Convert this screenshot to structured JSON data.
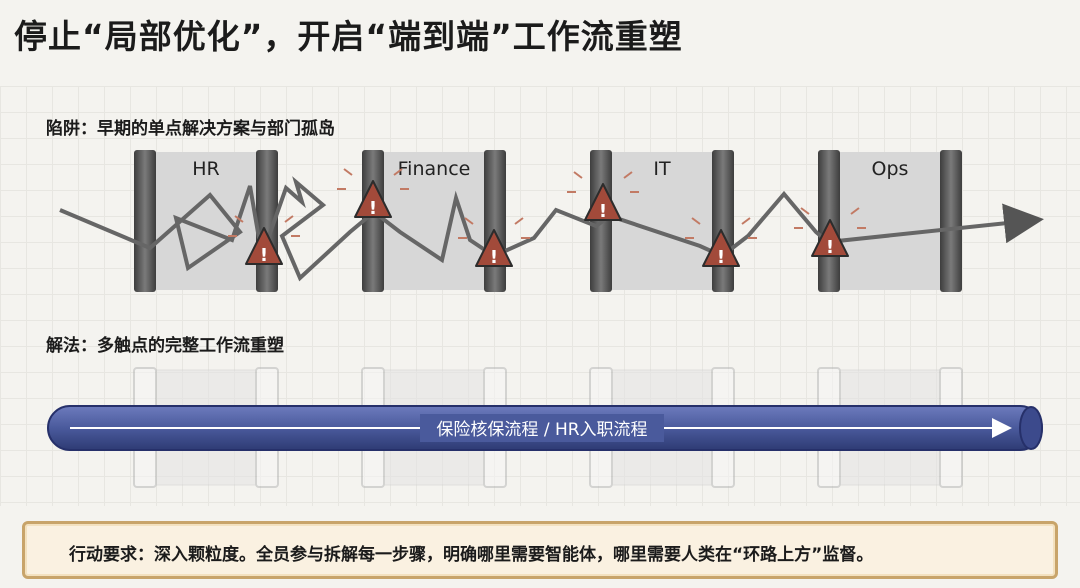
{
  "title": "停止“局部优化”，开启“端到端”工作流重塑",
  "trap_label": "陷阱：早期的单点解决方案与部门孤岛",
  "solution_label": "解法：多触点的完整工作流重塑",
  "departments": [
    {
      "name": "HR"
    },
    {
      "name": "Finance"
    },
    {
      "name": "IT"
    },
    {
      "name": "Ops"
    }
  ],
  "warning_symbol": "!",
  "pipe_label": "保险核保流程 / HR入职流程",
  "footer_text": "行动要求：深入颗粒度。全员参与拆解每一步骤，明确哪里需要智能体，哪里需要人类在“环路上方”监督。",
  "colors": {
    "pipe_fill": "#4a5a9c",
    "warning_fill": "#a24a3a",
    "footer_border": "#c8a46a",
    "footer_bg": "#faf1e1"
  }
}
